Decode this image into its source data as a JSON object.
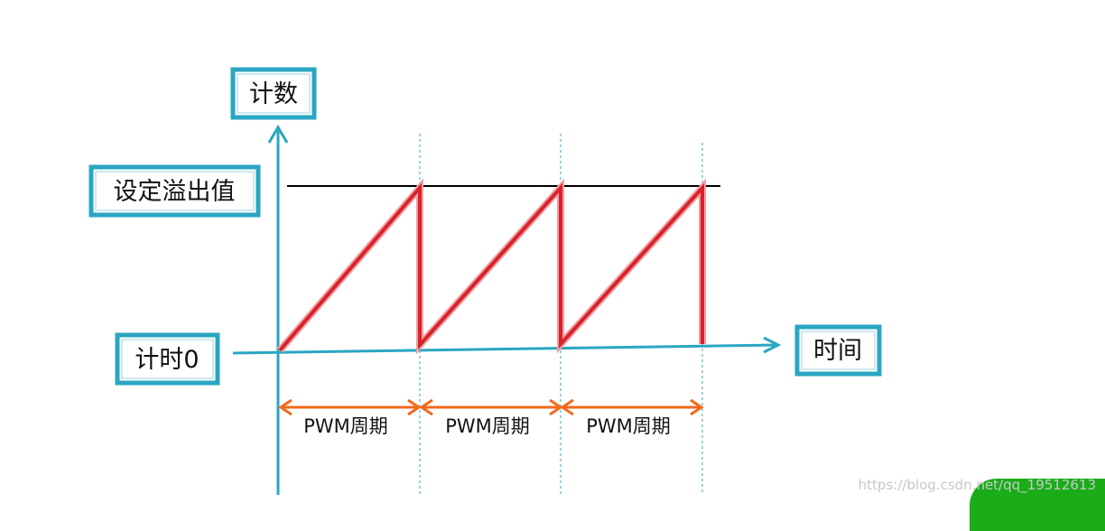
{
  "labels": {
    "y_axis": "计数",
    "overflow": "设定溢出值",
    "zero": "计时0",
    "x_axis": "时间"
  },
  "periods": [
    {
      "label": "PWM周期"
    },
    {
      "label": "PWM周期"
    },
    {
      "label": "PWM周期"
    }
  ],
  "watermark": "https://blog.csdn.net/qq_19512613",
  "colors": {
    "axis": "#2aa6c2",
    "sawtooth": "#d8232a",
    "threshold": "#000000",
    "period_arrow": "#f26a1b",
    "guide": "#3aa6c2"
  }
}
